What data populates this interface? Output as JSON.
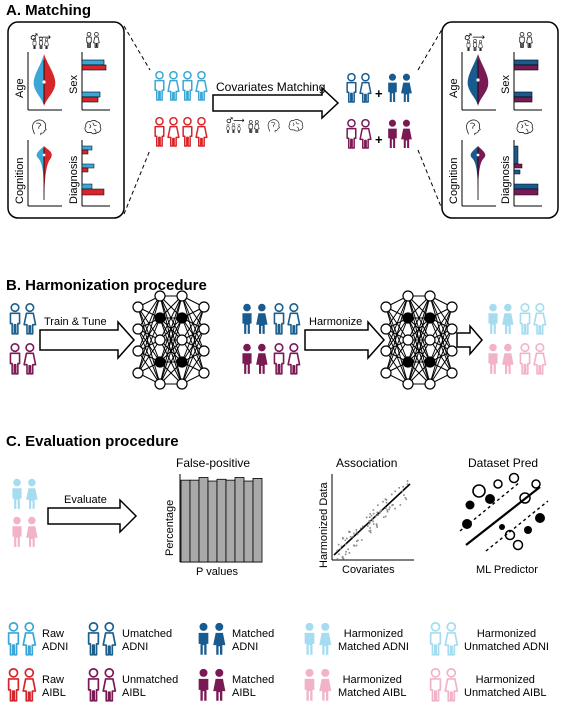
{
  "sections": {
    "a": "A. Matching",
    "b": "B. Harmonization procedure",
    "c": "C. Evaluation procedure"
  },
  "matching": {
    "arrow_label": "Covariates Matching",
    "left_panel": {
      "age": "Age",
      "sex": "Sex",
      "cognition": "Cognition",
      "diagnosis": "Diagnosis"
    },
    "right_panel": {
      "age": "Age",
      "sex": "Sex",
      "cognition": "Cognition",
      "diagnosis": "Diagnosis"
    },
    "plus": "+"
  },
  "harmonization": {
    "train_label": "Train & Tune",
    "harmonize_label": "Harmonize"
  },
  "evaluation": {
    "evaluate_label": "Evaluate",
    "false_positive": {
      "title": "False-positive",
      "ylabel": "Percentage",
      "xlabel": "P values"
    },
    "association": {
      "title": "Association",
      "ylabel": "Harmonized Data",
      "xlabel": "Covariates"
    },
    "dataset_pred": {
      "title": "Dataset Pred",
      "xlabel": "ML Predictor"
    }
  },
  "chart_data": {
    "type": "bar",
    "title": "False-positive",
    "xlabel": "P values",
    "ylabel": "Percentage",
    "values": [
      0.93,
      0.93,
      0.96,
      0.92,
      0.94,
      0.93,
      0.96,
      0.92,
      0.95
    ]
  },
  "legend": [
    {
      "line1": "Raw",
      "line2": "ADNI",
      "color": "#3aa7d6",
      "style": "outline"
    },
    {
      "line1": "Umatched",
      "line2": "ADNI",
      "color": "#1c5f8c",
      "style": "outline"
    },
    {
      "line1": "Matched",
      "line2": "ADNI",
      "color": "#1a5b8f",
      "style": "filled"
    },
    {
      "line1": "Harmonized",
      "line2": "Matched ADNI",
      "color": "#a6dcef",
      "style": "filled"
    },
    {
      "line1": "Harmonized",
      "line2": "Unmatched ADNI",
      "color": "#a6dcef",
      "style": "outline"
    },
    {
      "line1": "Raw",
      "line2": "AIBL",
      "color": "#d7262b",
      "style": "outline"
    },
    {
      "line1": "Unmatched",
      "line2": "AIBL",
      "color": "#7a1a55",
      "style": "outline"
    },
    {
      "line1": "Matched",
      "line2": "AIBL",
      "color": "#7a1a55",
      "style": "filled"
    },
    {
      "line1": "Harmonized",
      "line2": "Matched AIBL",
      "color": "#f2b3c8",
      "style": "filled"
    },
    {
      "line1": "Harmonized",
      "line2": "Unmatched AIBL",
      "color": "#f2b3c8",
      "style": "outline"
    }
  ],
  "colors": {
    "adni_raw": "#3aa7d6",
    "aibl_raw": "#d7262b",
    "adni_matched": "#1a5b8f",
    "aibl_matched": "#7a1a55",
    "adni_harmonized": "#a6dcef",
    "aibl_harmonized": "#f2b3c8"
  }
}
